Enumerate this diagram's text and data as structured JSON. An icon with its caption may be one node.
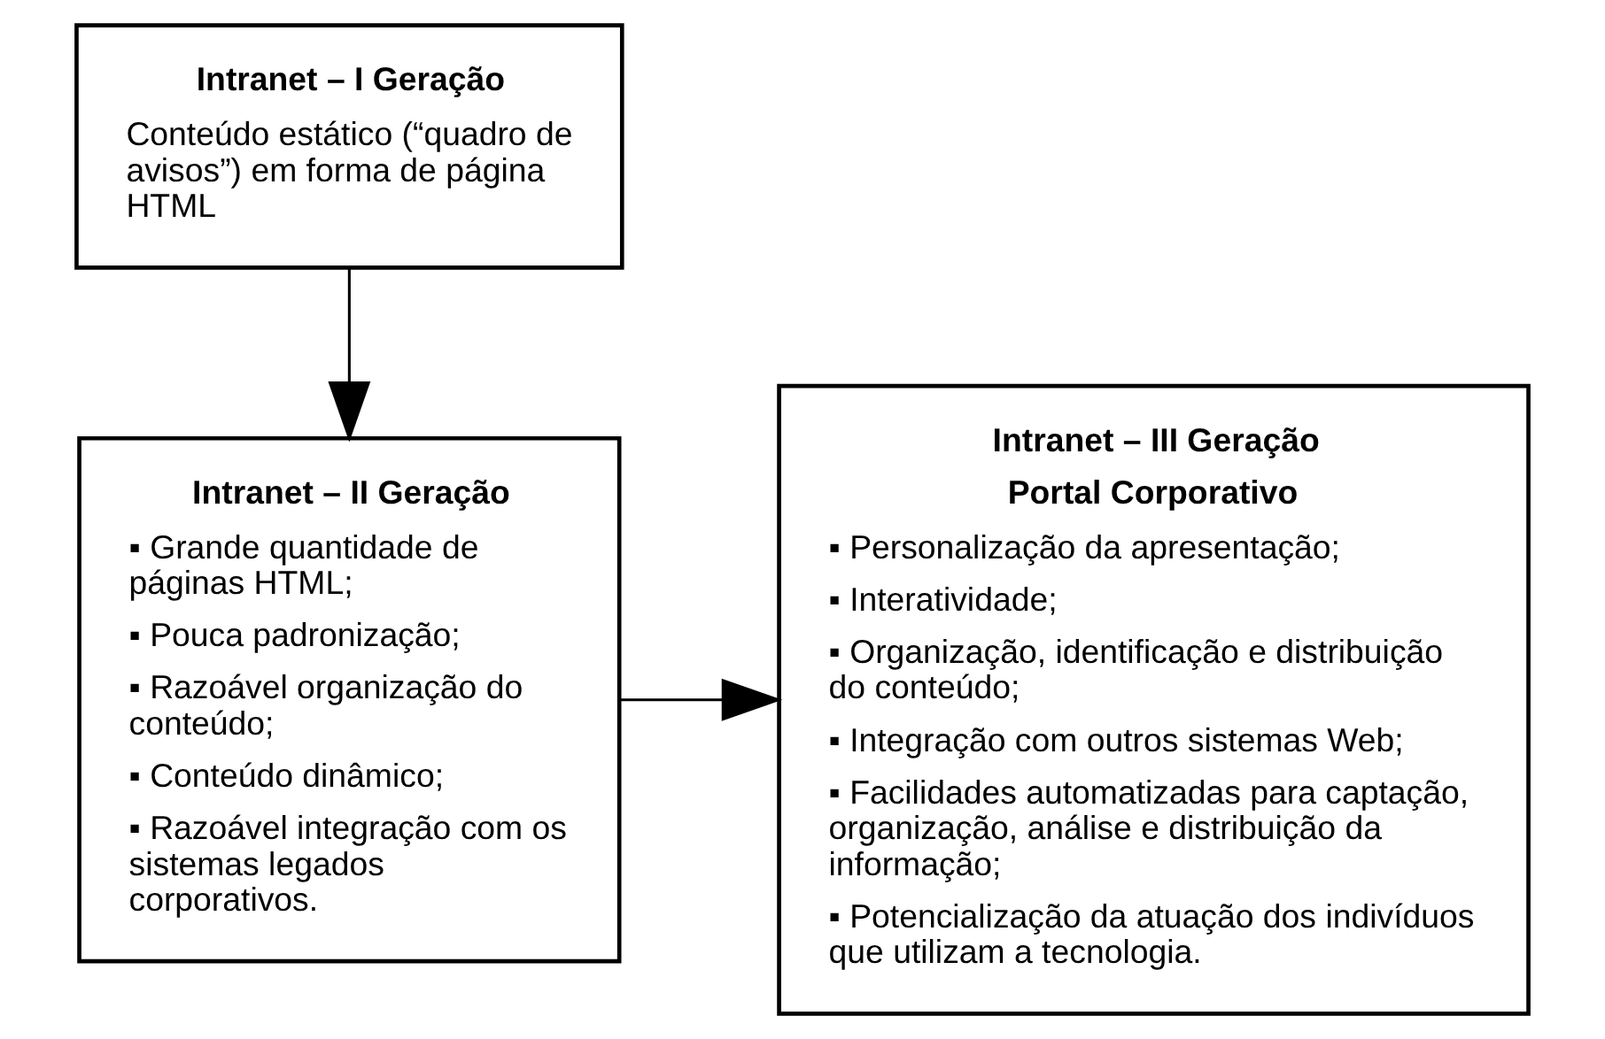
{
  "diagram": {
    "nodes": [
      {
        "text": [
          "Intranet – I Geração",
          "Conteúdo estático (“quadro de avisos”) em forma de página HTML"
        ]
      },
      {
        "text": [
          "Intranet – II Geração",
          "▪ Grande quantidade de páginas HTML;",
          "▪ Pouca padronização;",
          "▪ Razoável organização do conteúdo;",
          "▪ Conteúdo dinâmico;",
          "▪ Razoável integração com os sistemas legados corporativos."
        ]
      },
      {
        "text": [
          "Intranet – III Geração",
          "Portal Corporativo",
          "▪ Personalização da apresentação;",
          "▪ Interatividade;",
          "▪ Organização, identificação e distribuição do conteúdo;",
          "▪ Integração com outros sistemas Web;",
          "▪ Facilidades automatizadas para captação, organização, análise e distribuição da informação;",
          "▪ Potencialização da atuação dos indivíduos que utilizam a tecnologia."
        ]
      }
    ],
    "edges": [
      {
        "from": 0,
        "to": 1,
        "arrow": "to"
      },
      {
        "from": 1,
        "to": 2,
        "arrow": "to"
      }
    ]
  }
}
